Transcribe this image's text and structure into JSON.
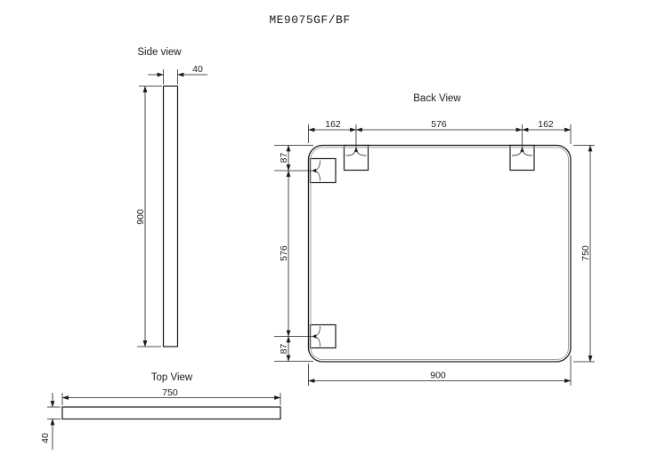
{
  "title": "ME9075GF/BF",
  "side_view": {
    "label": "Side view",
    "thickness": "40",
    "height": "900"
  },
  "back_view": {
    "label": "Back View",
    "top_left_offset": "162",
    "top_center_span": "576",
    "top_right_offset": "162",
    "left_top_offset": "87",
    "left_center_span": "576",
    "left_bottom_offset": "87",
    "height": "750",
    "width": "900"
  },
  "top_view": {
    "label": "Top View",
    "width": "750",
    "thickness": "40"
  },
  "colors": {
    "line": "#1a1a1a",
    "frame_inner_edge": "#a3a3a3",
    "background": "#ffffff"
  }
}
